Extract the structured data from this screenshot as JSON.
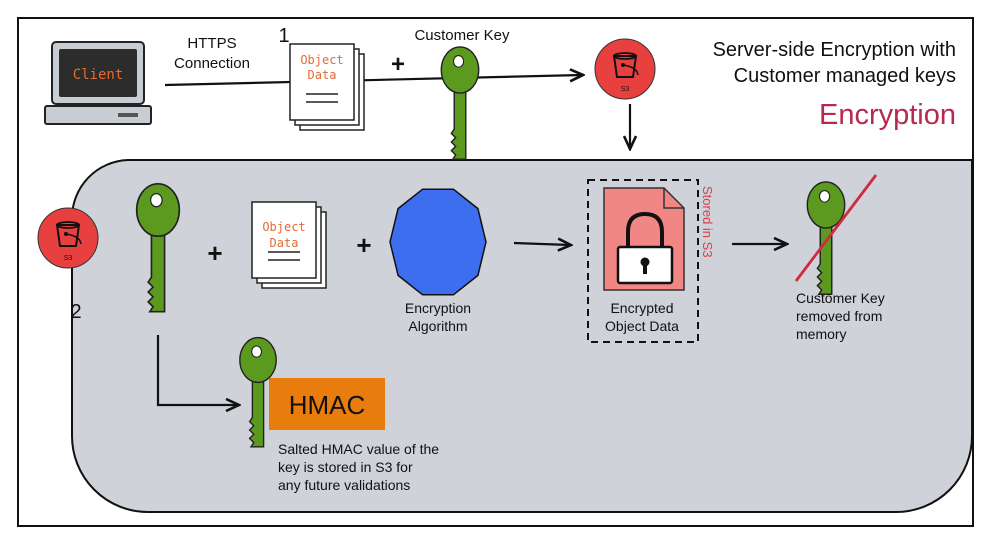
{
  "header": {
    "title_line1": "Server-side Encryption with",
    "title_line2": "Customer managed keys",
    "subtitle": "Encryption"
  },
  "steps": {
    "step1": "1",
    "step2": "2"
  },
  "client": {
    "label": "Client"
  },
  "connection": {
    "line1": "HTTPS",
    "line2": "Connection"
  },
  "object_data": {
    "line1": "Object",
    "line2": "Data"
  },
  "customer_key_label": "Customer Key",
  "plus": "+",
  "s3": {
    "label": "S3"
  },
  "algorithm": {
    "line1": "Encryption",
    "line2": "Algorithm"
  },
  "stored": {
    "label": "Stored in S3"
  },
  "encrypted": {
    "line1": "Encrypted",
    "line2": "Object Data"
  },
  "removed": {
    "line1": "Customer Key",
    "line2": "removed from",
    "line3": "memory"
  },
  "hmac": {
    "label": "HMAC",
    "desc1": "Salted HMAC value of the",
    "desc2": "key is stored in S3 for",
    "desc3": "any future validations"
  },
  "colors": {
    "key_green": "#5c9a1f",
    "s3_red": "#e8403f",
    "octagon_blue": "#3d6ef0",
    "hmac_orange": "#e87d0d",
    "encrypted_pink": "#f08784",
    "accent_crimson": "#b8294f",
    "panel_gray": "#cfd2d9"
  }
}
